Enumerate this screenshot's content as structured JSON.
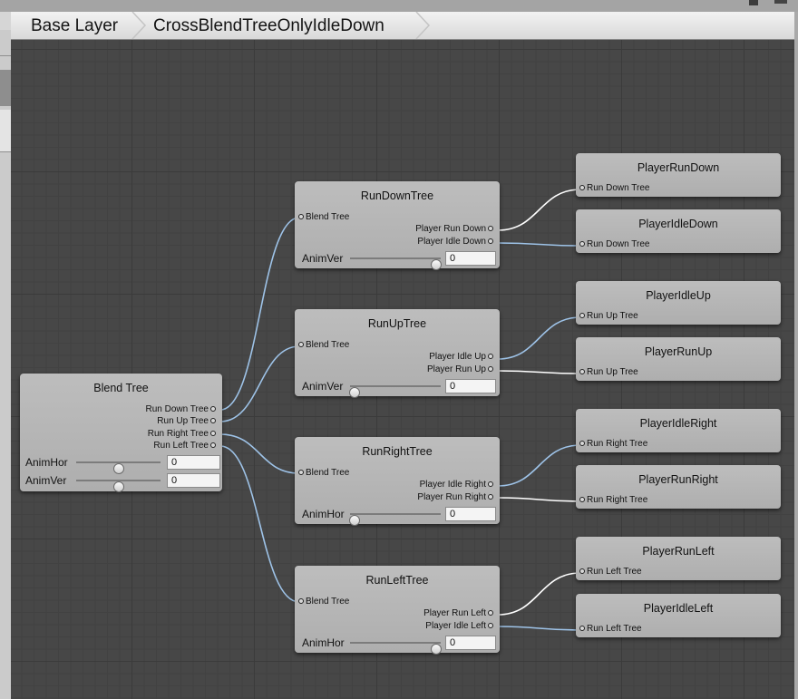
{
  "breadcrumb": {
    "items": [
      "Base Layer",
      "CrossBlendTreeOnlyIdleDown"
    ]
  },
  "root_tree": {
    "title": "Blend Tree",
    "outputs": [
      "Run Down Tree",
      "Run Up Tree",
      "Run Right Tree",
      "Run Left Tree"
    ],
    "params": [
      {
        "label": "AnimHor",
        "value": "0",
        "level": 0.5
      },
      {
        "label": "AnimVer",
        "value": "0",
        "level": 0.5
      }
    ]
  },
  "sub_trees": [
    {
      "title": "RunDownTree",
      "input": "Blend Tree",
      "outputs": [
        "Player Run Down",
        "Player Idle Down"
      ],
      "param": "AnimVer",
      "value": "0",
      "level": 1.0
    },
    {
      "title": "RunUpTree",
      "input": "Blend Tree",
      "outputs": [
        "Player Idle Up",
        "Player Run Up"
      ],
      "param": "AnimVer",
      "value": "0",
      "level": 0.0
    },
    {
      "title": "RunRightTree",
      "input": "Blend Tree",
      "outputs": [
        "Player Idle Right",
        "Player Run Right"
      ],
      "param": "AnimHor",
      "value": "0",
      "level": 0.0
    },
    {
      "title": "RunLeftTree",
      "input": "Blend Tree",
      "outputs": [
        "Player Run Left",
        "Player Idle Left"
      ],
      "param": "AnimHor",
      "value": "0",
      "level": 1.0
    }
  ],
  "clips": [
    {
      "title": "PlayerRunDown",
      "input": "Run Down Tree"
    },
    {
      "title": "PlayerIdleDown",
      "input": "Run Down Tree"
    },
    {
      "title": "PlayerIdleUp",
      "input": "Run Up Tree"
    },
    {
      "title": "PlayerRunUp",
      "input": "Run Up Tree"
    },
    {
      "title": "PlayerIdleRight",
      "input": "Run Right Tree"
    },
    {
      "title": "PlayerRunRight",
      "input": "Run Right Tree"
    },
    {
      "title": "PlayerRunLeft",
      "input": "Run Left Tree"
    },
    {
      "title": "PlayerIdleLeft",
      "input": "Run Left Tree"
    }
  ],
  "colors": {
    "wire_active": "#ffffff",
    "wire_idle": "#9ec3e8"
  }
}
